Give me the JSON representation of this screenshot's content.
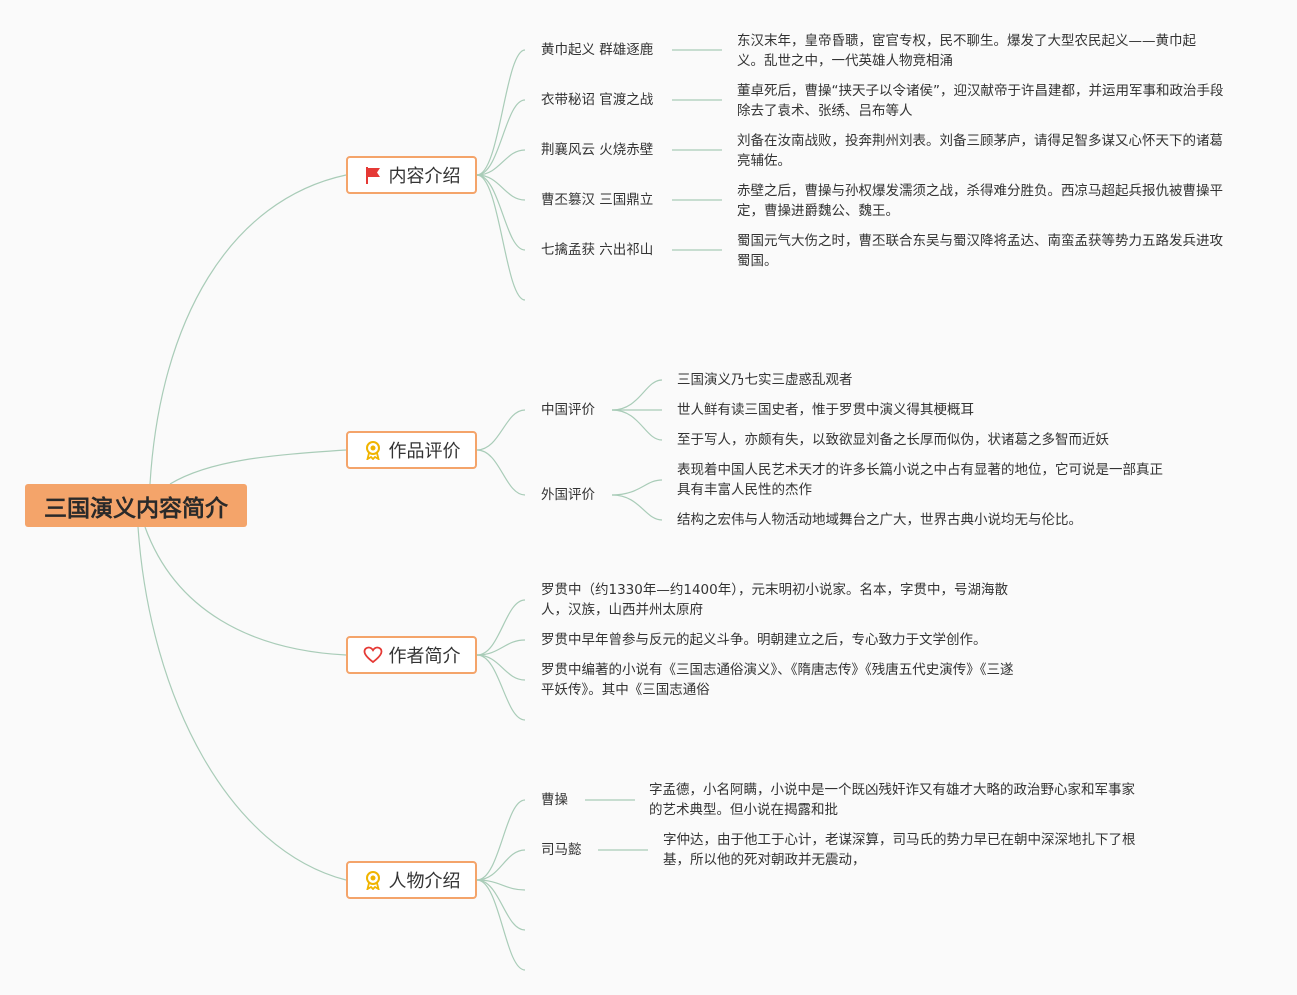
{
  "root": {
    "title": "三国演义内容简介"
  },
  "branches": [
    {
      "label": "内容介绍",
      "icon": "flag-icon"
    },
    {
      "label": "作品评价",
      "icon": "award-icon"
    },
    {
      "label": "作者简介",
      "icon": "heart-icon"
    },
    {
      "label": "人物介绍",
      "icon": "award-icon"
    }
  ],
  "content_intro": [
    {
      "topic": "黄巾起义 群雄逐鹿",
      "detail": "东汉末年，皇帝昏聩，宦官专权，民不聊生。爆发了大型农民起义——黄巾起义。乱世之中，一代英雄人物竞相涌"
    },
    {
      "topic": "衣带秘诏 官渡之战",
      "detail": "董卓死后，曹操“挟天子以令诸侯”，迎汉献帝于许昌建都，并运用军事和政治手段除去了袁术、张绣、吕布等人"
    },
    {
      "topic": "荆襄风云 火烧赤壁",
      "detail": "刘备在汝南战败，投奔荆州刘表。刘备三顾茅庐，请得足智多谋又心怀天下的诸葛亮辅佐。"
    },
    {
      "topic": "曹丕篡汉 三国鼎立",
      "detail": "赤壁之后，曹操与孙权爆发濡须之战，杀得难分胜负。西凉马超起兵报仇被曹操平定，曹操进爵魏公、魏王。"
    },
    {
      "topic": "七擒孟获 六出祁山",
      "detail": "蜀国元气大伤之时，曹丕联合东吴与蜀汉降将孟达、南蛮孟获等势力五路发兵进攻蜀国。"
    }
  ],
  "evaluation": {
    "china": {
      "label": "中国评价",
      "items": [
        "三国演义乃七实三虚惑乱观者",
        "世人鲜有读三国史者，惟于罗贯中演义得其梗概耳",
        "至于写人，亦颇有失，以致欲显刘备之长厚而似伪，状诸葛之多智而近妖"
      ]
    },
    "foreign": {
      "label": "外国评价",
      "items": [
        "表现着中国人民艺术天才的许多长篇小说之中占有显著的地位，它可说是一部真正具有丰富人民性的杰作",
        "结构之宏伟与人物活动地域舞台之广大，世界古典小说均无与伦比。"
      ]
    }
  },
  "author": [
    "罗贯中（约1330年—约1400年），元末明初小说家。名本，字贯中，号湖海散人，汉族，山西并州太原府",
    "罗贯中早年曾参与反元的起义斗争。明朝建立之后，专心致力于文学创作。",
    "罗贯中编著的小说有《三国志通俗演义》、《隋唐志传》《残唐五代史演传》《三遂平妖传》。其中《三国志通俗"
  ],
  "characters": [
    {
      "name": "曹操",
      "detail": "字孟德，小名阿瞒，小说中是一个既凶残奸诈又有雄才大略的政治野心家和军事家的艺术典型。但小说在揭露和批"
    },
    {
      "name": "司马懿",
      "detail": "字仲达，由于他工于心计，老谋深算，司马氏的势力早已在朝中深深地扎下了根基，所以他的死对朝政并无震动，"
    }
  ],
  "colors": {
    "root_fill": "#f4a46a",
    "branch_border": "#f4a46a",
    "line": "#a9ccb8",
    "icon_red": "#e53935",
    "icon_gold": "#f0b400"
  }
}
